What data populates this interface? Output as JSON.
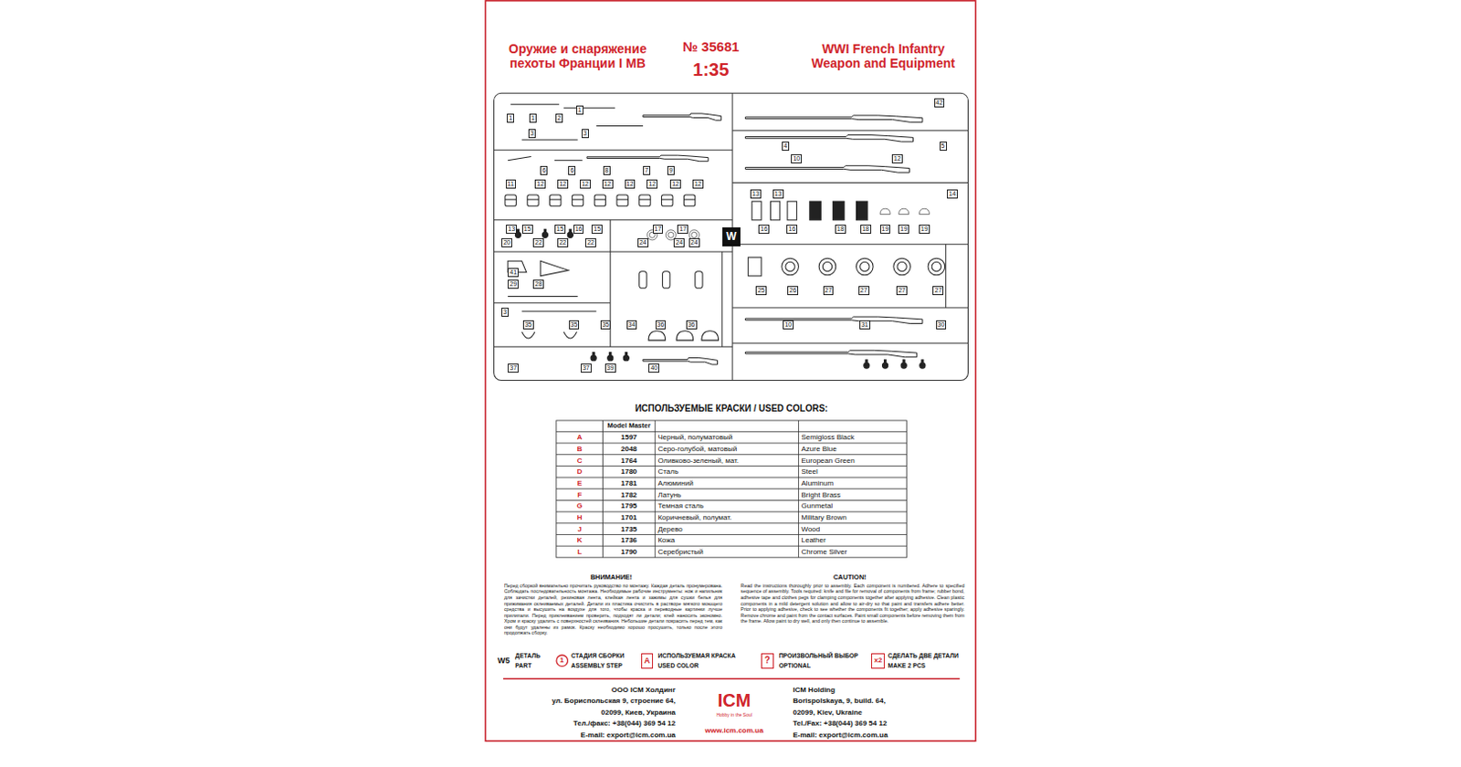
{
  "diagram": {
    "title": "Оружие и снаряжение пехоты Франции I МВ",
    "nodes": [
      {
        "text": [
          "W"
        ]
      },
      {
        "text": [
          "1"
        ]
      },
      {
        "text": [
          "A"
        ]
      },
      {
        "text": [
          "?"
        ]
      },
      {
        "text": [
          "x2"
        ]
      }
    ],
    "labels": [
      "№ 35681",
      "1:35",
      "WWI French Infantry Weapon and Equipment",
      "1",
      "1",
      "2",
      "1",
      "3",
      "3",
      "6",
      "6",
      "8",
      "7",
      "9",
      "11",
      "12",
      "12",
      "12",
      "12",
      "12",
      "12",
      "12",
      "12",
      "13",
      "15",
      "15",
      "16",
      "15",
      "17",
      "17",
      "20",
      "22",
      "22",
      "22",
      "24",
      "24",
      "24",
      "41",
      "29",
      "28",
      "3",
      "35",
      "35",
      "35",
      "34",
      "36",
      "36",
      "37",
      "37",
      "39",
      "40",
      "42",
      "4",
      "5",
      "10",
      "12",
      "13",
      "13",
      "14",
      "16",
      "16",
      "18",
      "18",
      "19",
      "19",
      "19",
      "25",
      "26",
      "27",
      "27",
      "27",
      "27",
      "10",
      "31",
      "30",
      "ИСПОЛЬЗУЕМЫЕ КРАСКИ / USED COLORS:",
      "Model Master",
      "A",
      "1597",
      "Черный, полуматовый",
      "Semigloss Black",
      "B",
      "2048",
      "Серо-голубой, матовый",
      "Azure Blue",
      "C",
      "1764",
      "Оливково-зеленый, мат.",
      "European Green",
      "D",
      "1780",
      "Сталь",
      "Steel",
      "E",
      "1781",
      "Алюминий",
      "Aluminum",
      "F",
      "1782",
      "Латунь",
      "Bright Brass",
      "G",
      "1795",
      "Темная сталь",
      "Gunmetal",
      "H",
      "1701",
      "Коричневый, полумат.",
      "Military Brown",
      "J",
      "1735",
      "Дерево",
      "Wood",
      "K",
      "1736",
      "Кожа",
      "Leather",
      "L",
      "1790",
      "Серебристый",
      "Chrome Silver",
      "ВНИМАНИЕ!",
      "Перед сборкой внимательно прочитать руководство по монтажу. Каждая деталь пронумерована. Соблюдать последовательность монтажа. Необходимые рабочие инструменты: нож и напильник для зачистки деталей, резиновая лента, клейкая лента и зажимы для сушки белья для прижимания склеиваемых деталей. Детали из пластика очистить в растворе мягкого моющего средства и высушить на воздухе для того, чтобы краска и переводные картинки лучше прилипали. Перед приклеиванием проверить, подходят ли детали; клей наносить экономно. Хром и краску удалить с поверхностей склеивания. Небольшие детали покрасить перед тем, как они будут удалены из рамок. Краску необходимо хорошо просушить, только после этого продолжать сборку.",
      "CAUTION!",
      "Read the instructions thoroughly prior to assembly. Each component is numbered. Adhere to specified sequence of assembly. Tools required: knife and file for removal of components from frame; rubber bond, adhesive tape and clothes pegs for clamping components together after applying adhesive. Clean plastic components in a mild detergent solution and allow to air-dry so that paint and transfers adhere better. Prior to applying adhesive, check to see whether the components fit together; apply adhesive sparingly. Remove chrome and paint from the contact surfaces. Paint small components before removing them from the frame. Allow paint to dry well, and only then continue to assemble.",
      "W5",
      "ДЕТАЛЬ",
      "PART",
      "СТАДИЯ СБОРКИ",
      "ASSEMBLY STEP",
      "ИСПОЛЬЗУЕМАЯ КРАСКА",
      "USED COLOR",
      "ПРОИЗВОЛЬНЫЙ ВЫБОР",
      "OPTIONAL",
      "СДЕЛАТЬ ДВЕ ДЕТАЛИ",
      "MAKE 2 PCS",
      "ООО ICM Холдинг",
      "ул. Бориспольская 9, строение 64,",
      "02099, Киев, Украина",
      "Тел./факс: +38(044) 369 54 12",
      "E-mail: export@icm.com.ua",
      "ICM",
      "Hobby in the Soul",
      "www.icm.com.ua",
      "ICM Holding",
      "Borispolskaya, 9, build. 64,",
      "02099, Kiev, Ukraine",
      "Tel./Fax: +38(044) 369 54 12",
      "E-mail: export@icm.com.ua"
    ]
  }
}
